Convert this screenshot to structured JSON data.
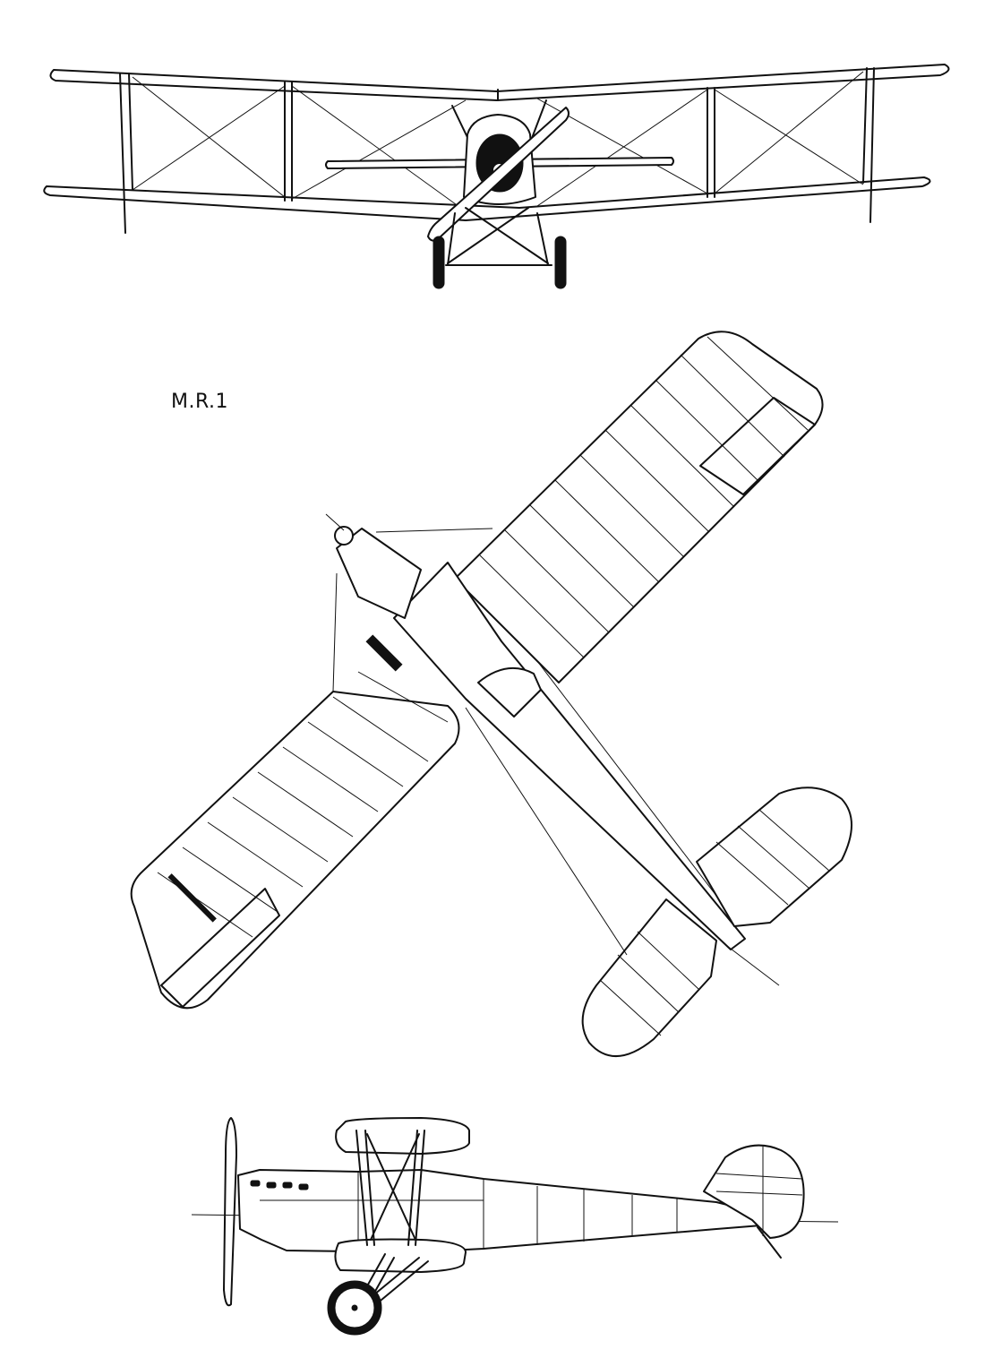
{
  "diagram": {
    "caption": "M.R.1",
    "views": [
      "front-view",
      "plan-view",
      "side-view"
    ],
    "line_color": "#111111",
    "background": "#ffffff"
  }
}
